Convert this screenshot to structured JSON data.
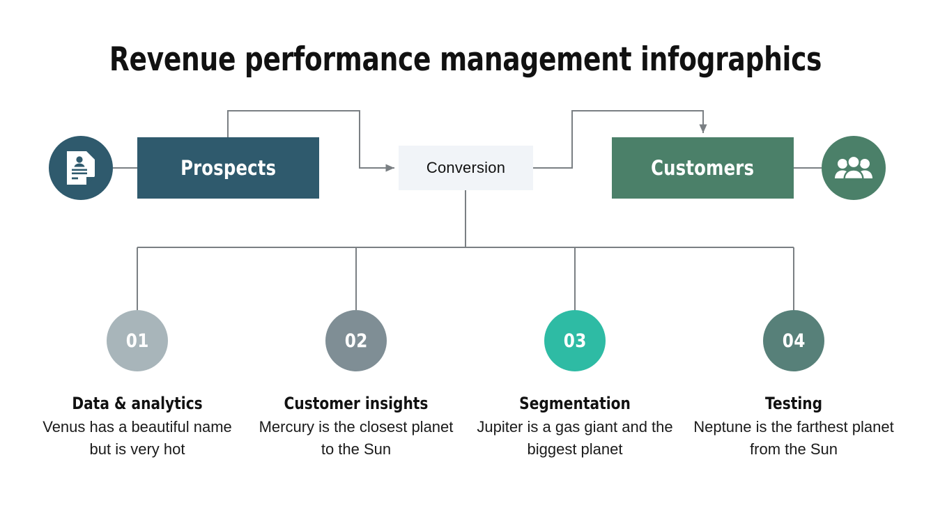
{
  "slide": {
    "title": "Revenue performance management infographics",
    "background_color": "#ffffff"
  },
  "flow": {
    "left_icon": {
      "icon": "contact-document-icon",
      "color": "#2f5a6d"
    },
    "right_icon": {
      "icon": "people-group-icon",
      "color": "#4b8069"
    },
    "boxes": [
      {
        "label": "Prospects",
        "color": "#2f5a6d",
        "text_color": "#ffffff"
      },
      {
        "label": "Conversion",
        "color": "#f1f4f8",
        "text_color": "#111111"
      },
      {
        "label": "Customers",
        "color": "#4b8069",
        "text_color": "#ffffff"
      }
    ],
    "connector_color": "#7a7f83"
  },
  "steps": [
    {
      "number": "01",
      "color": "#a8b5ba",
      "heading": "Data & analytics",
      "body": "Venus has a beautiful name but is very hot"
    },
    {
      "number": "02",
      "color": "#7f8e95",
      "heading": "Customer insights",
      "body": "Mercury is the closest planet to the Sun"
    },
    {
      "number": "03",
      "color": "#2ebba4",
      "heading": "Segmentation",
      "body": "Jupiter is a gas giant and the biggest planet"
    },
    {
      "number": "04",
      "color": "#578079",
      "heading": "Testing",
      "body": "Neptune is the farthest planet from the Sun"
    }
  ]
}
